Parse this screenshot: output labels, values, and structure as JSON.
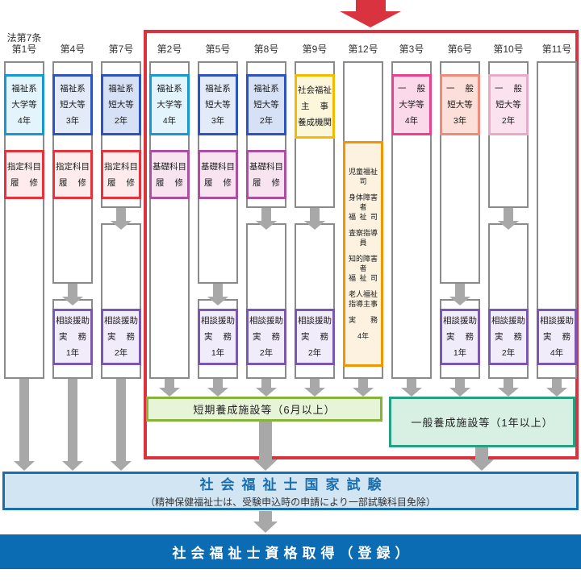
{
  "colors": {
    "red": "#d8333e",
    "arrow_gray": "#a8a8a8",
    "column_border": "#8b8b8b",
    "exam_border": "#1a6fae",
    "exam_fill": "#d2e5f3",
    "exam_title_color": "#1a6fae",
    "exam_note_color": "#333333",
    "registration_fill": "#0b6bb3",
    "registration_text": "#ffffff"
  },
  "styles": {
    "fukushi_univ4": {
      "border": "#1897d2",
      "fill": "#e3f4fc"
    },
    "fukushi_tandai3": {
      "border": "#2d53c0",
      "fill": "#e3ebf9"
    },
    "fukushi_tandai2": {
      "border": "#2d53c0",
      "fill": "#d7e1f5"
    },
    "shitei": {
      "border": "#e5333c",
      "fill": "#fdeceb"
    },
    "kiso": {
      "border": "#ad4fa1",
      "fill": "#f8e3f1"
    },
    "shuji": {
      "border": "#f2bb00",
      "fill": "#fcf6da"
    },
    "jitsumu12": {
      "border": "#f19500",
      "fill": "#fdf2e0"
    },
    "ippan_univ4": {
      "border": "#e9418e",
      "fill": "#fbd9eb"
    },
    "ippan_tandai3": {
      "border": "#ef8b7a",
      "fill": "#fcdfd8"
    },
    "ippan_tandai2": {
      "border": "#e9a9c9",
      "fill": "#fae3ef"
    },
    "practice": {
      "border": "#7a58b0",
      "fill": "#f1ecfa"
    },
    "facility_short": {
      "border": "#85b43a",
      "fill": "#e8f4d7"
    },
    "facility_general": {
      "border": "#25a181",
      "fill": "#d8f0e4"
    }
  },
  "columns": [
    {
      "label": "第1号",
      "pre_label": "法第7条",
      "school": {
        "style": "fukushi_univ4",
        "lines": [
          "福祉系",
          "大学等",
          "4年"
        ]
      },
      "course": {
        "style": "shitei",
        "lines": [
          "指定科目",
          "履|修"
        ]
      },
      "split": "none",
      "practice": null,
      "target": "exam"
    },
    {
      "label": "第4号",
      "school": {
        "style": "fukushi_tandai3",
        "lines": [
          "福祉系",
          "短大等",
          "3年"
        ]
      },
      "course": {
        "style": "shitei",
        "lines": [
          "指定科目",
          "履|修"
        ]
      },
      "split": "late",
      "practice": "1年",
      "target": "exam"
    },
    {
      "label": "第7号",
      "school": {
        "style": "fukushi_tandai2",
        "lines": [
          "福祉系",
          "短大等",
          "2年"
        ]
      },
      "course": {
        "style": "shitei",
        "lines": [
          "指定科目",
          "履|修"
        ]
      },
      "split": "early",
      "practice": "2年",
      "target": "exam"
    },
    {
      "label": "第2号",
      "school": {
        "style": "fukushi_univ4",
        "lines": [
          "福祉系",
          "大学等",
          "4年"
        ]
      },
      "course": {
        "style": "kiso",
        "lines": [
          "基礎科目",
          "履|修"
        ]
      },
      "split": "none",
      "practice": null,
      "target": "short"
    },
    {
      "label": "第5号",
      "school": {
        "style": "fukushi_tandai3",
        "lines": [
          "福祉系",
          "短大等",
          "3年"
        ]
      },
      "course": {
        "style": "kiso",
        "lines": [
          "基礎科目",
          "履|修"
        ]
      },
      "split": "late",
      "practice": "1年",
      "target": "short"
    },
    {
      "label": "第8号",
      "school": {
        "style": "fukushi_tandai2",
        "lines": [
          "福祉系",
          "短大等",
          "2年"
        ]
      },
      "course": {
        "style": "kiso",
        "lines": [
          "基礎科目",
          "履|修"
        ]
      },
      "split": "early",
      "practice": "2年",
      "target": "short"
    },
    {
      "label": "第9号",
      "school": {
        "style": "shuji",
        "lines": [
          "社会福祉",
          "主|事",
          "養成機関"
        ],
        "tall": true
      },
      "course": null,
      "split": "early",
      "practice": "2年",
      "target": "short"
    },
    {
      "label": "第12号",
      "school": null,
      "course": null,
      "big_box": {
        "style": "jitsumu12",
        "entries": [
          [
            "児童福祉司"
          ],
          [
            "身体障害者",
            "福|祉|司"
          ],
          [
            "査察指導員"
          ],
          [
            "知的障害者",
            "福|祉|司"
          ],
          [
            "老人福祉",
            "指導主事"
          ],
          [
            "実|務"
          ],
          [
            "4年"
          ]
        ]
      },
      "split": "none",
      "practice": null,
      "target": "short"
    },
    {
      "label": "第3号",
      "school": {
        "style": "ippan_univ4",
        "lines": [
          "一|般",
          "大学等",
          "4年"
        ]
      },
      "course": null,
      "split": "none",
      "practice": null,
      "target": "general"
    },
    {
      "label": "第6号",
      "school": {
        "style": "ippan_tandai3",
        "lines": [
          "一|般",
          "短大等",
          "3年"
        ]
      },
      "course": null,
      "split": "late",
      "practice": "1年",
      "target": "general"
    },
    {
      "label": "第10号",
      "school": {
        "style": "ippan_tandai2",
        "lines": [
          "一|般",
          "短大等",
          "2年"
        ]
      },
      "course": null,
      "split": "early",
      "practice": "2年",
      "target": "general"
    },
    {
      "label": "第11号",
      "school": null,
      "course": null,
      "split": "none",
      "practice": "4年",
      "target": "general"
    }
  ],
  "practice_lines_prefix": [
    "相談援助",
    "実|務"
  ],
  "facilities": {
    "short": "短期養成施設等（6月以上）",
    "general": "一般養成施設等（1年以上）"
  },
  "exam": {
    "title": "社会福祉士国家試験",
    "note": "（精神保健福祉士は、受験申込時の申請により一部試験科目免除）"
  },
  "registration": "社会福祉士資格取得（登録）"
}
